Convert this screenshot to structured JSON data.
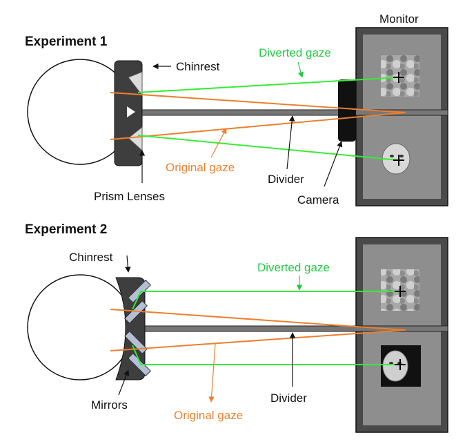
{
  "experiment1": {
    "title": "Experiment  1",
    "monitor": "Monitor",
    "chinrest": "Chinrest",
    "diverted_gaze": "Diverted gaze",
    "original_gaze": "Original gaze",
    "prism_lenses": "Prism Lenses",
    "divider": "Divider",
    "camera": "Camera"
  },
  "experiment2": {
    "title": "Experiment  2",
    "chinrest": "Chinrest",
    "diverted_gaze": "Diverted gaze",
    "original_gaze": "Original gaze",
    "mirrors": "Mirrors",
    "divider": "Divider"
  },
  "colors": {
    "diverted_gaze": "#33ee33",
    "original_gaze": "#ee7f2d",
    "label_green": "#22cc44",
    "label_orange": "#ee7f2d"
  }
}
